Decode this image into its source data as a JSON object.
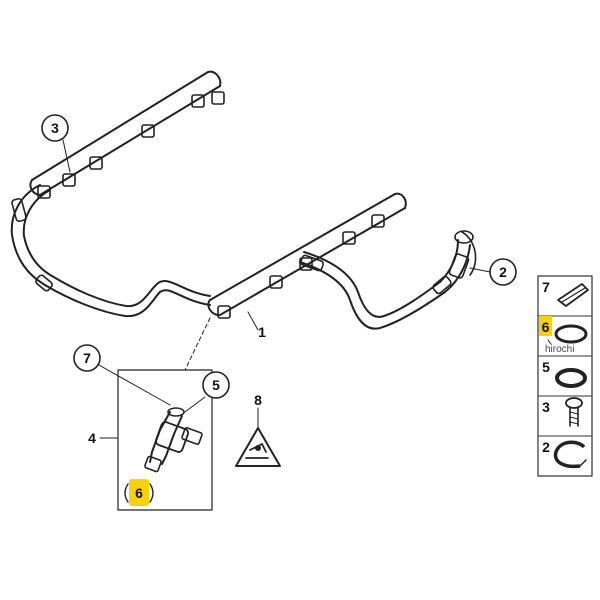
{
  "callouts": {
    "c3": "3",
    "c2": "2",
    "c1": "1",
    "c7": "7",
    "c5": "5",
    "c8": "8",
    "c4": "4",
    "c6": "6"
  },
  "parts_list": {
    "items": [
      "7",
      "6",
      "5",
      "3",
      "2"
    ],
    "watermark": "hirochi"
  },
  "colors": {
    "highlight": "#f5d20a",
    "line": "#222222"
  }
}
